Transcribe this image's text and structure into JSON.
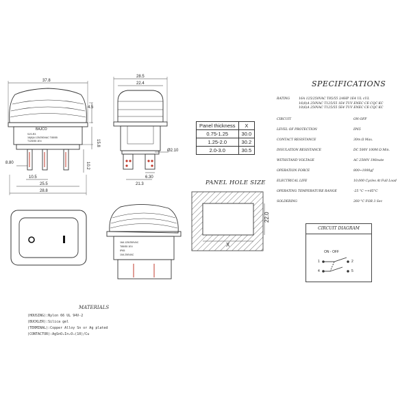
{
  "dimensions": {
    "side_width": "37.8",
    "side_top_height": "4.5",
    "side_body_height": "15.8",
    "side_terminal_height": "10.2",
    "side_pin_gap": "10.5",
    "side_offset": "8.80",
    "side_base_width": "25.5",
    "side_overall_base": "28.8",
    "front_width": "28.5",
    "front_inner": "22.4",
    "front_hole": "Ø2.10",
    "front_pin_pitch": "21.3",
    "front_tab": "6.30"
  },
  "product_marks": {
    "side_brand": "BAJCO",
    "side_model": "SJS-R3",
    "side_line1": "16(6)A 125/250VAC T85/55",
    "side_line2": "T125/55 1E4",
    "iso_line1": "16A 125/250VAC",
    "iso_line2": "T85/55 1E4",
    "iso_line3": "IP65",
    "iso_line4": "10A 250VAC"
  },
  "panel_table": {
    "headers": [
      "Panel thickness",
      "X"
    ],
    "rows": [
      [
        "0.75-1.25",
        "30.0"
      ],
      [
        "1.25-2.0",
        "30.2"
      ],
      [
        "2.0-3.0",
        "30.5"
      ]
    ]
  },
  "panel_hole": {
    "title": "PANEL HOLE SIZE",
    "height_label": "22.0",
    "width_label": "X"
  },
  "specifications": {
    "title": "SPECIFICATIONS",
    "rating_label": "RATING",
    "rating_lines": [
      "16A  125/250VAC T85/55 3/4HP  1E4    UL cUL",
      "16(8)A 250VAC T125/55 1E4    TUV ENEC CE CQC KC",
      "10(6)A 250VAC T125/55 5E4    TUV ENEC CE CQC KC"
    ],
    "rows": [
      {
        "label": "CIRCUIT",
        "value": "ON-OFF"
      },
      {
        "label": "LEVEL OF PROTECTION",
        "value": "IP65"
      },
      {
        "label": "CONTACT RESISTANCE",
        "value": "30m Ω  Max."
      },
      {
        "label": "INSULATION RESISTANCE",
        "value": "DC 500V 100M Ω Min."
      },
      {
        "label": "WITHSTAND VOLTAGE",
        "value": "AC 2500V 1Minute"
      },
      {
        "label": "OPERATION FORCE",
        "value": "800~1000gf"
      },
      {
        "label": "ELECTRICAL LIFE",
        "value": "10,000 Cycles At Full Load"
      },
      {
        "label": "OPERATING TEMPERATURE RANGE",
        "value": "-25 °C ~+85°C"
      },
      {
        "label": "SOLDERING",
        "value": "260 °C FOR 3 Sec"
      }
    ]
  },
  "circuit_diagram": {
    "title": "CIRCUIT DIAGRAM",
    "on_off": "ON  -  OFF",
    "pins": [
      "1",
      "2",
      "4",
      "5"
    ]
  },
  "materials": {
    "title": "MATERIALS",
    "lines": [
      "(HOUSING):Nylon 66 UL 94V-2",
      "(BUCKLER):Silica gel",
      "(TERMINAL):Copper Alloy Sn or Ag plated",
      "(CONTACTOR):AgSnO₂In₂O₃(10)/Cu"
    ]
  }
}
